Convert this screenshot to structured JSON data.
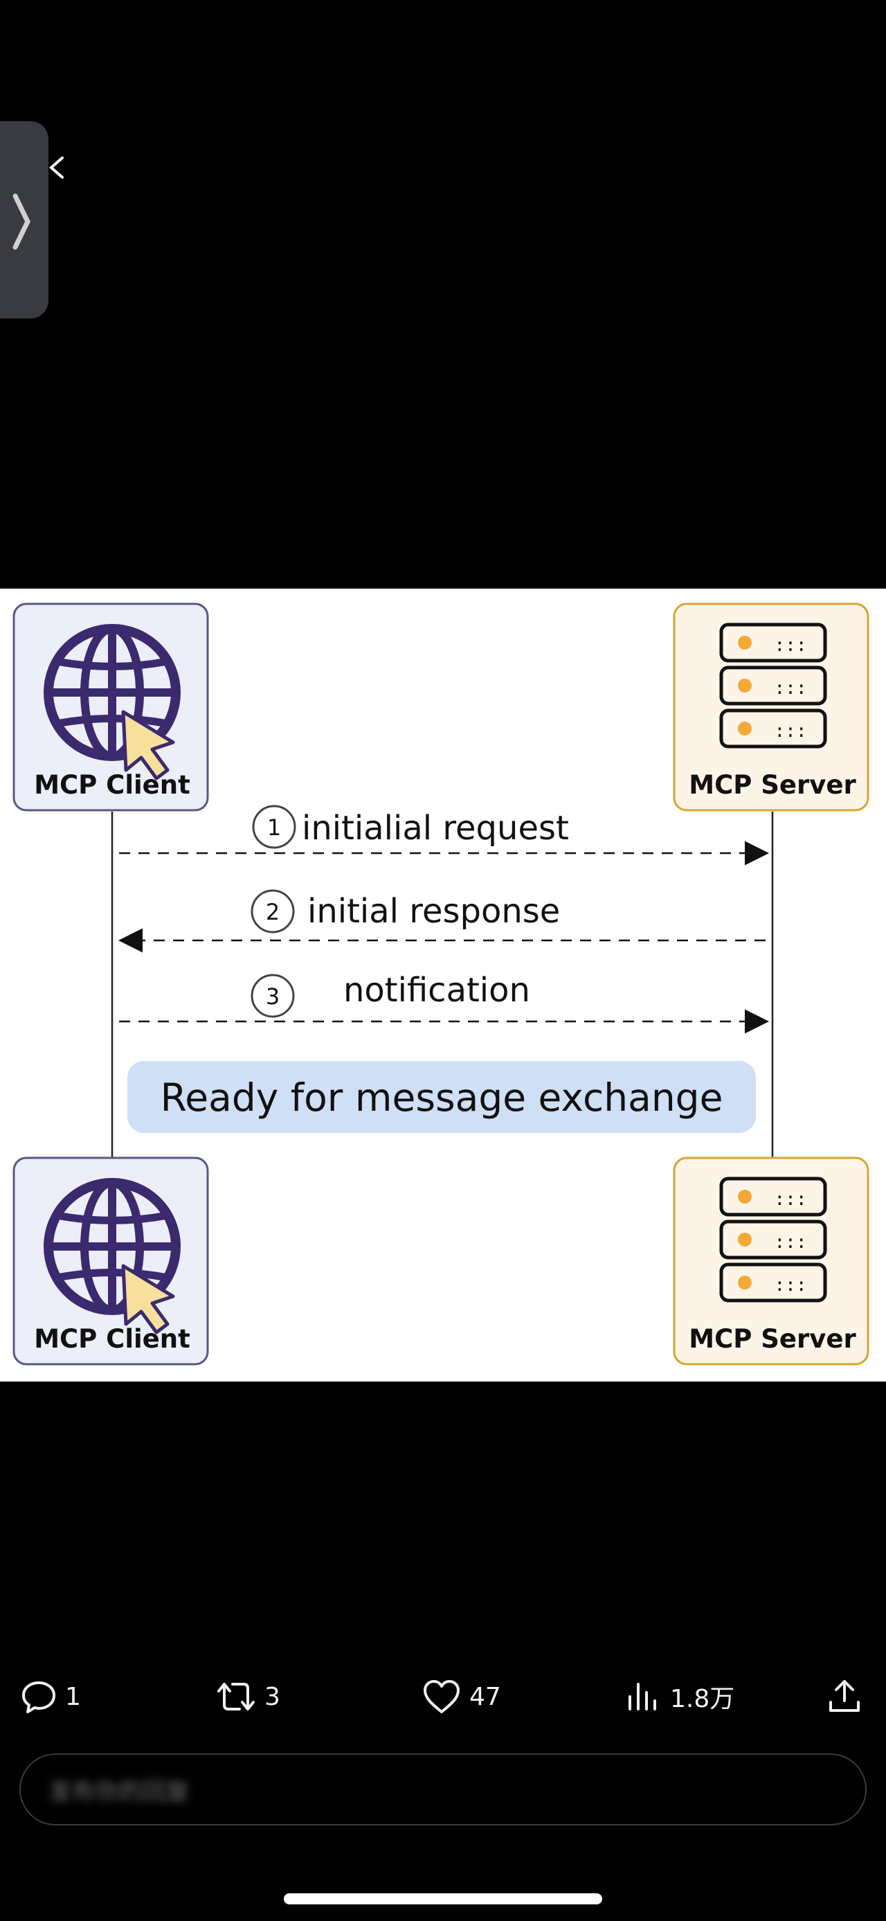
{
  "diagram": {
    "client_top_label": "MCP Client",
    "server_top_label": "MCP Server",
    "client_bottom_label": "MCP Client",
    "server_bottom_label": "MCP Server",
    "steps": [
      {
        "number": "1",
        "label": "initialial request"
      },
      {
        "number": "2",
        "label": "initial response"
      },
      {
        "number": "3",
        "label": "notification"
      }
    ],
    "ready_label": "Ready for message exchange",
    "colors": {
      "client_box_fill": "#eceef8",
      "client_box_border": "#5a5686",
      "server_box_fill": "#fdf4e8",
      "server_box_border": "#d9a52e",
      "globe": "#3b2a6e",
      "cursor": "#f7df9c",
      "server_dot": "#f4a836",
      "ready_fill": "#cfdff5"
    }
  },
  "actions": {
    "reply_count": "1",
    "repost_count": "3",
    "like_count": "47",
    "views_count": "1.8万"
  },
  "reply_box": {
    "placeholder": "发布你的回复"
  }
}
